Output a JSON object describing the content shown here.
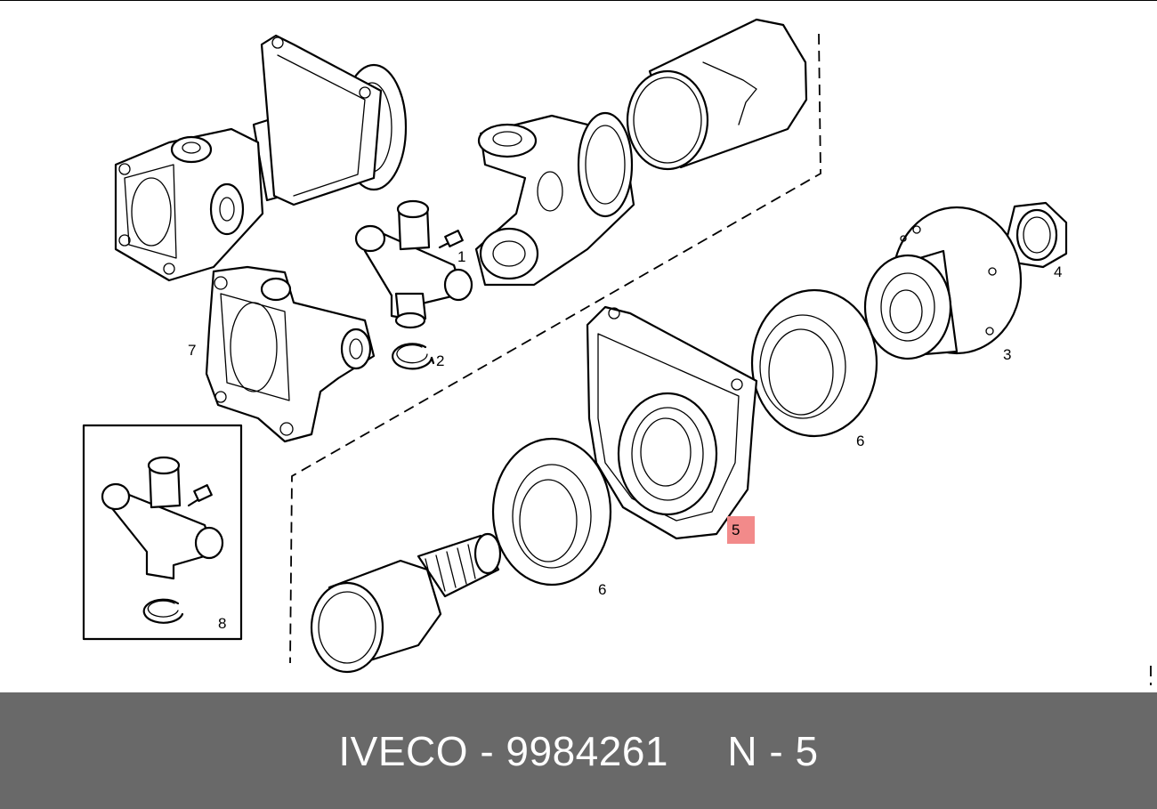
{
  "diagram": {
    "labels": {
      "p1": "1",
      "p2": "2",
      "p3": "3",
      "p4": "4",
      "p5": "5",
      "p6a": "6",
      "p6b": "6",
      "p7": "7",
      "p8": "8"
    },
    "highlighted_label": "5",
    "highlight_color": "#f28a8a"
  },
  "footer": {
    "text": "IVECO - 9984261     N - 5",
    "background": "#696969",
    "color": "#ffffff"
  }
}
